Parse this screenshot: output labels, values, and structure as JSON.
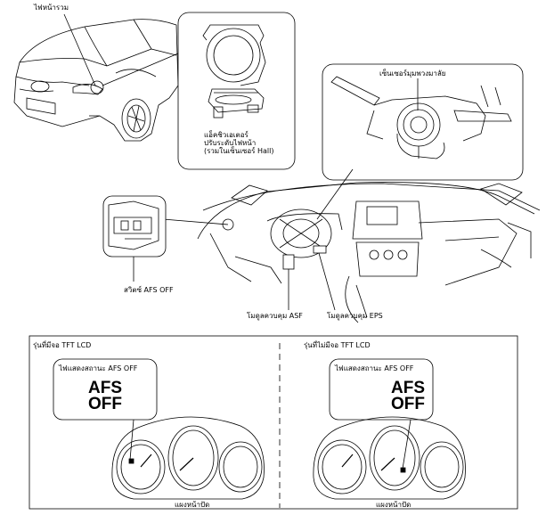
{
  "top": {
    "headlight_label": "ไฟหน้ารวม",
    "actuator_label": "แอ็คชิวเอเตอร์\nปรับระดับไฟหน้า\n(รวมในเซ็นเซอร์ Hall)",
    "steering_sensor_label": "เซ็นเซอร์มุมพวงมาลัย",
    "afs_switch_label": "สวิตซ์ AFS OFF",
    "asf_module_label": "โมดูลควบคุม ASF",
    "eps_module_label": "โมดูลควบคุม EPS"
  },
  "bottom": {
    "left_panel": {
      "title": "รุ่นที่มีจอ TFT LCD",
      "indicator_label": "ไฟแสดงสถานะ AFS OFF",
      "afs_line1": "AFS",
      "afs_line2": "OFF",
      "cluster_label": "แผงหน้าปัด"
    },
    "right_panel": {
      "title": "รุ่นที่ไม่มีจอ TFT LCD",
      "indicator_label": "ไฟแสดงสถานะ AFS OFF",
      "afs_line1": "AFS",
      "afs_line2": "OFF",
      "cluster_label": "แผงหน้าปัด"
    }
  }
}
